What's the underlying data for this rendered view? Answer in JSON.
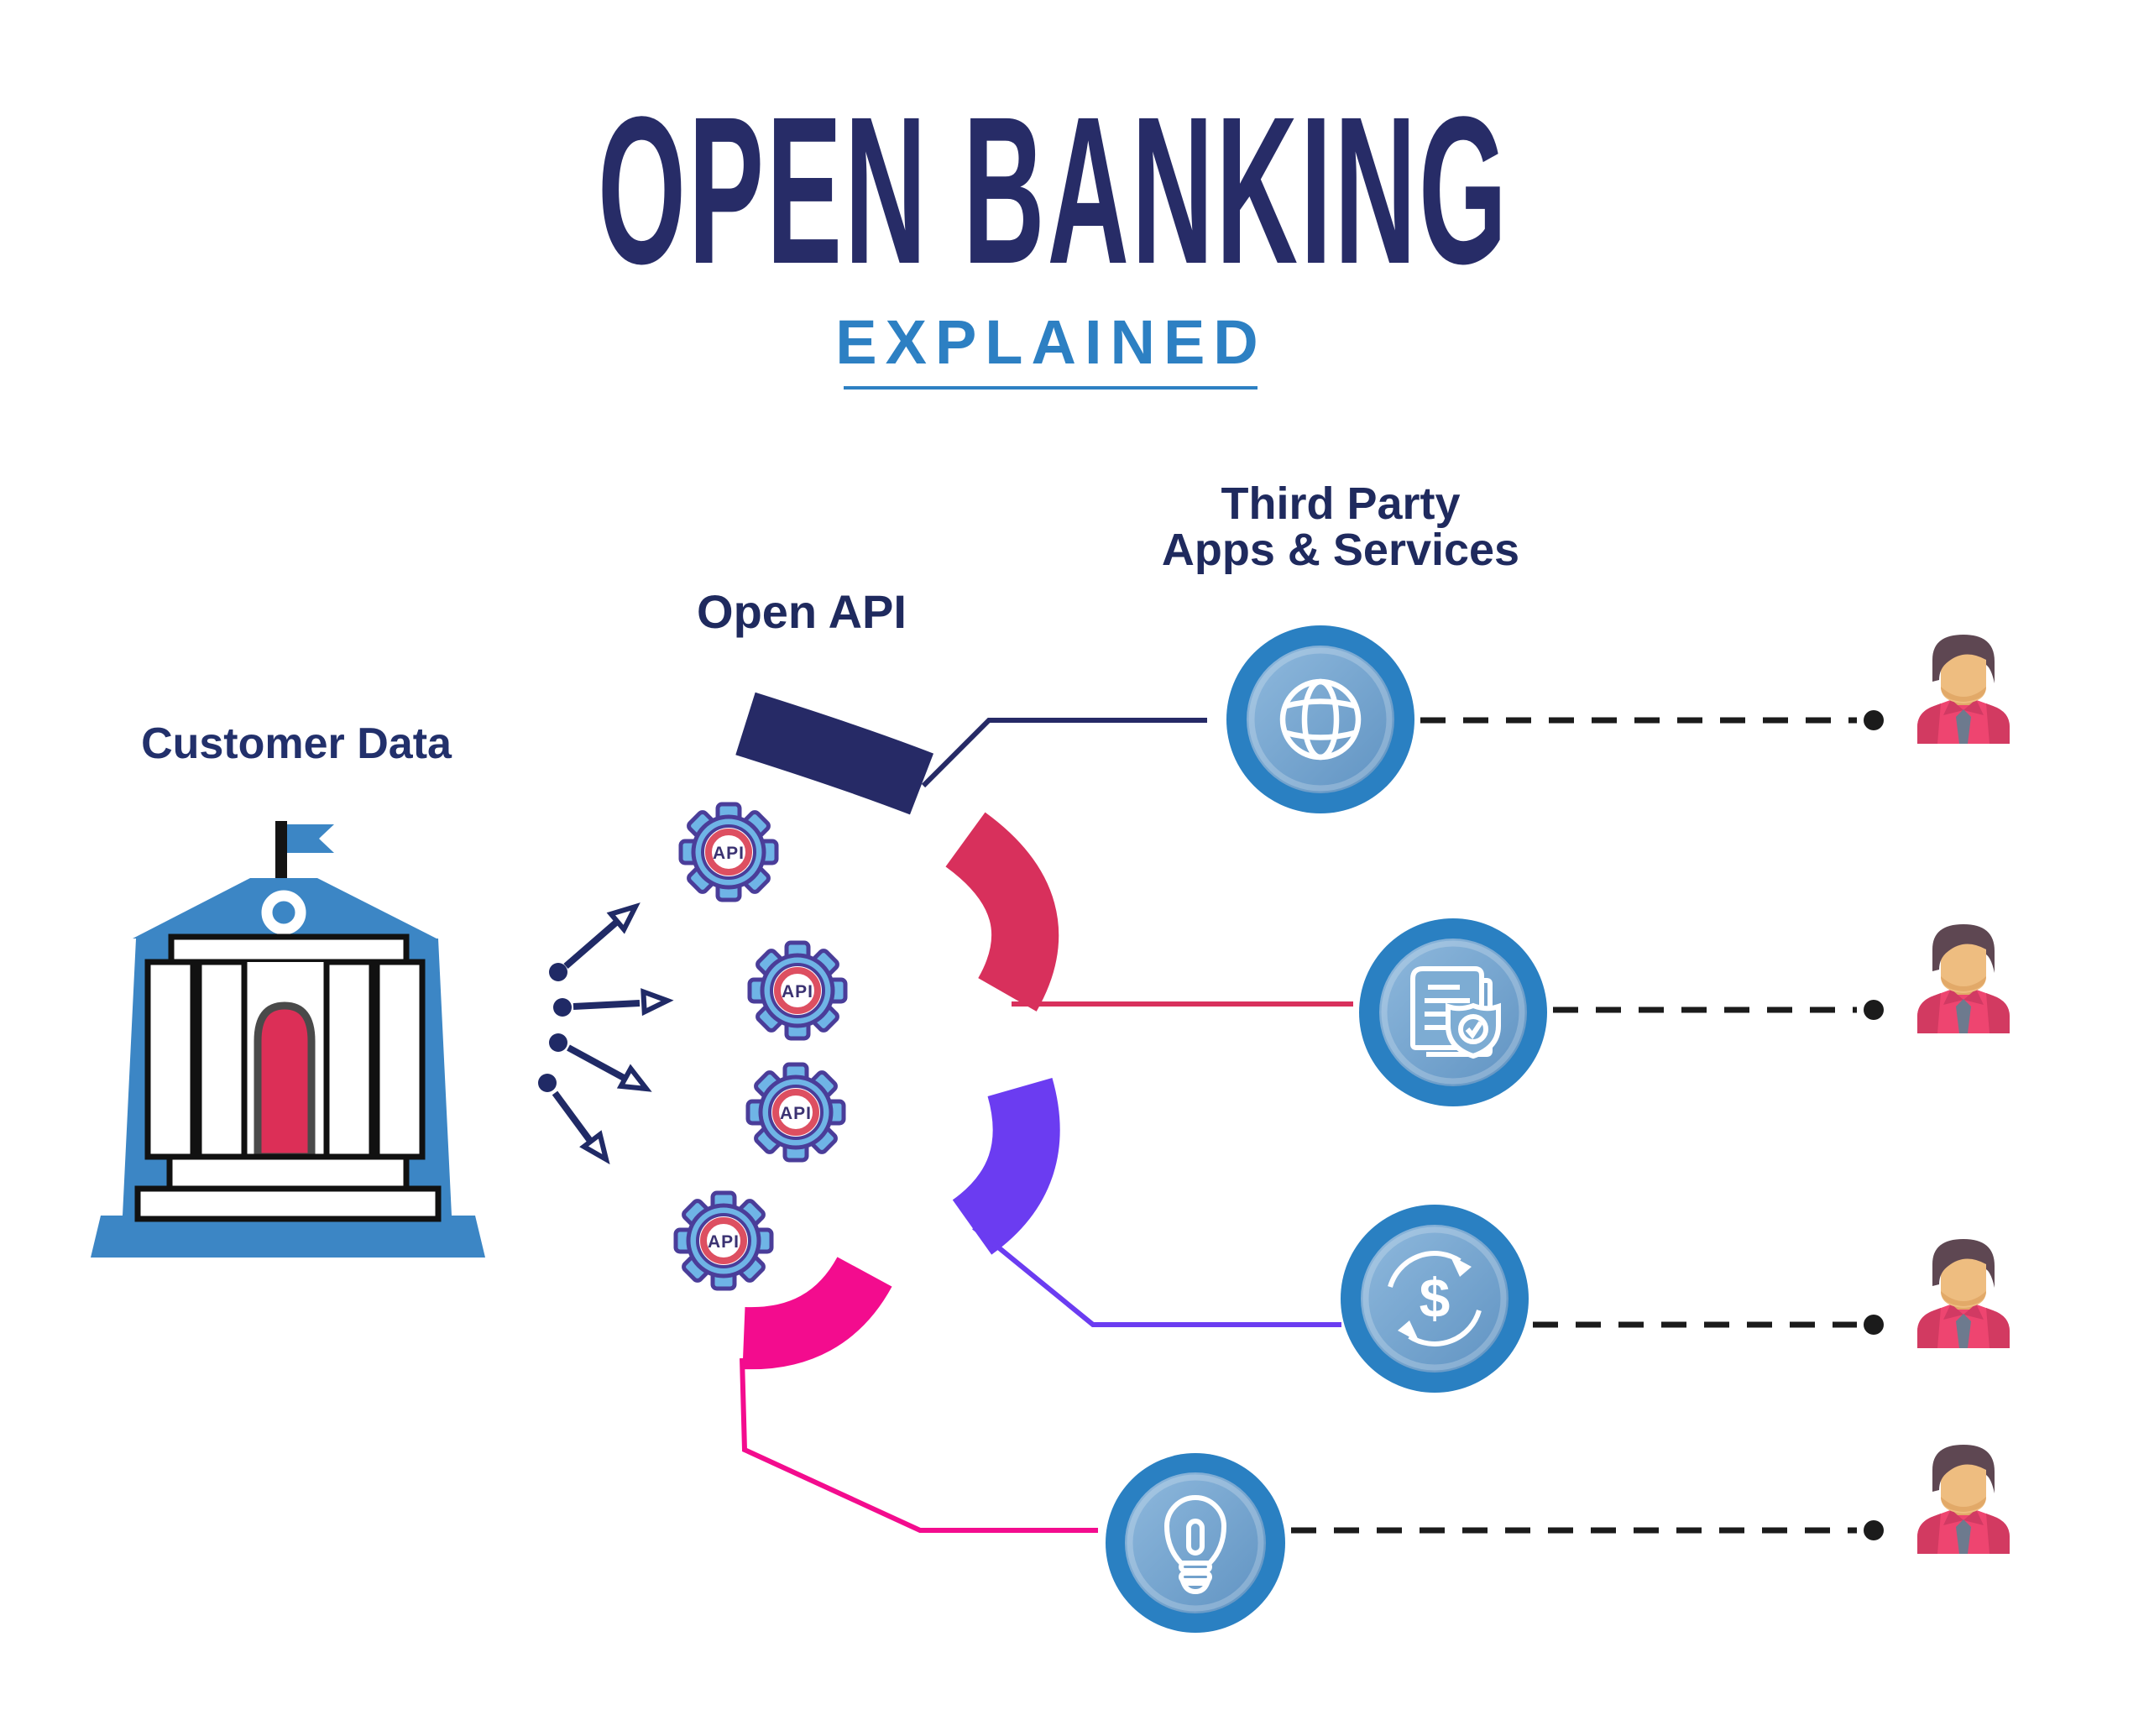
{
  "header": {
    "title": "OPEN BANKING",
    "subtitle": "EXPLAINED"
  },
  "source": {
    "label": "Customer Data",
    "icon": "bank-building"
  },
  "middleware": {
    "label": "Open API",
    "gear_label": "API",
    "gear_count": 4
  },
  "consumers": {
    "label_line1": "Third Party",
    "label_line2": "Apps & Services",
    "nodes": [
      {
        "icon": "globe-icon"
      },
      {
        "icon": "document-shield-icon"
      },
      {
        "icon": "money-transfer-icon"
      },
      {
        "icon": "lightbulb-icon"
      }
    ],
    "users_count": 4
  },
  "colors": {
    "title_navy": "#272c67",
    "subtitle_blue": "#2d80c3",
    "text_navy": "#1f2a5e",
    "arc_navy": "#262a66",
    "arc_crimson": "#d8305c",
    "arc_violet": "#6b3cf1",
    "arc_magenta": "#f30c8e",
    "node_ring_blue": "#2a80c2",
    "node_fill_light": "#8fb9dd",
    "node_fill_dark": "#6093c2",
    "gear_blue": "#6fb4e6",
    "gear_outline": "#4a3d99",
    "gear_ring_red": "#dd4f61",
    "bank_blue": "#3c86c5",
    "door_red": "#dc2f57",
    "dash_black": "#1b1b1b",
    "avatar_shirt": "#ee4570",
    "avatar_shirt_dark": "#d23a61",
    "avatar_hair": "#5e4752",
    "avatar_skin": "#eebd80",
    "avatar_tie": "#6d7a8e"
  }
}
